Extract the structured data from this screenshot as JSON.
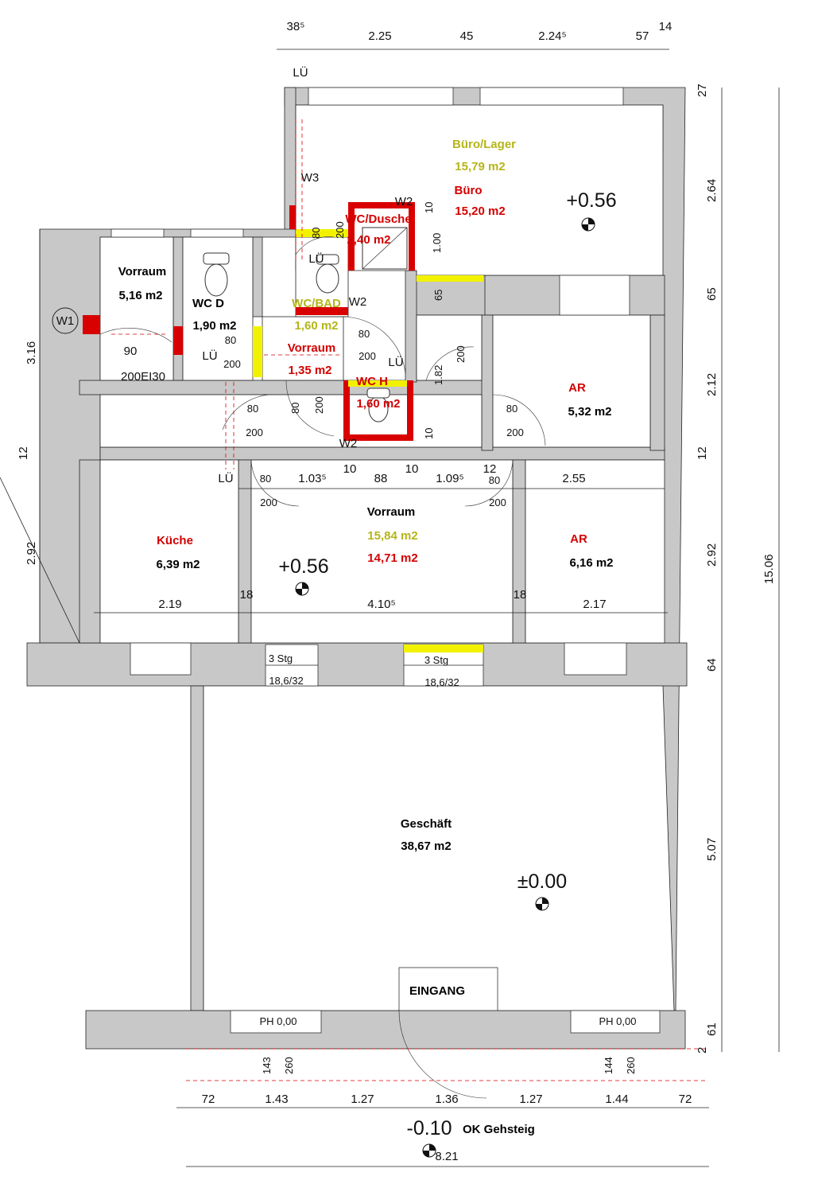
{
  "plan": {
    "rooms": {
      "buero_lager": {
        "name": "Büro/Lager",
        "area": "15,79 m2"
      },
      "buero": {
        "name": "Büro",
        "area": "15,20 m2"
      },
      "wc_dusche": {
        "name": "WC/Dusche",
        "area": "2,40 m2"
      },
      "vorraum_top": {
        "name": "Vorraum",
        "area": "5,16 m2"
      },
      "wc_d": {
        "name": "WC D",
        "area": "1,90 m2"
      },
      "wc_bad": {
        "name": "WC/BAD",
        "area": "1,60 m2"
      },
      "vorraum_small": {
        "name": "Vorraum",
        "area": "1,35 m2"
      },
      "wc_h": {
        "name": "WC H",
        "area": "1,60 m2"
      },
      "ar_top": {
        "name": "AR",
        "area": "5,32 m2"
      },
      "kueche": {
        "name": "Küche",
        "area": "6,39 m2"
      },
      "vorraum_main": {
        "name": "Vorraum",
        "area_old": "15,84 m2",
        "area_new": "14,71 m2"
      },
      "ar_mid": {
        "name": "AR",
        "area": "6,16 m2"
      },
      "geschaeft": {
        "name": "Geschäft",
        "area": "38,67 m2"
      }
    },
    "levels": {
      "upper_office": "+0.56",
      "upper_hall": "+0.56",
      "shop": "±0.00",
      "street": "-0.10",
      "street_label": "OK Gehsteig"
    },
    "entrance": "EINGANG",
    "ph_left": "PH 0,00",
    "ph_right": "PH 0,00",
    "stairs": {
      "count": "3 Stg",
      "ratio": "18,6/32"
    },
    "tags": {
      "lue": "LÜ",
      "w1": "W1",
      "w2": "W2",
      "w3": "W3",
      "ei": "200EI30"
    },
    "door_sizes": {
      "w80": "80",
      "w90": "90",
      "h200": "200"
    },
    "dims_top": [
      "38⁵",
      "2.25",
      "45",
      "2.24⁵",
      "57",
      "14"
    ],
    "dims_right": [
      "27",
      "2.64",
      "65",
      "2.12",
      "12",
      "2.92",
      "64",
      "5.07",
      "61",
      "2"
    ],
    "dim_total_right": "15.06",
    "dims_left": [
      "3.16",
      "12",
      "2.92"
    ],
    "dims_bottom": [
      "72",
      "1.43",
      "1.27",
      "1.36",
      "1.27",
      "1.44",
      "72"
    ],
    "dim_total_bottom": "8.21",
    "dims_interior_row1": [
      "1.03⁵",
      "10",
      "88",
      "10",
      "1.09⁵",
      "12",
      "2.55"
    ],
    "dims_interior_row2": [
      "2.19",
      "18",
      "4.10⁵",
      "18",
      "2.17"
    ],
    "dims_local": {
      "d10": "10",
      "d100": "1.00",
      "d65": "65",
      "d182": "1.82",
      "d143": "143",
      "d144": "144",
      "d260": "260"
    }
  }
}
